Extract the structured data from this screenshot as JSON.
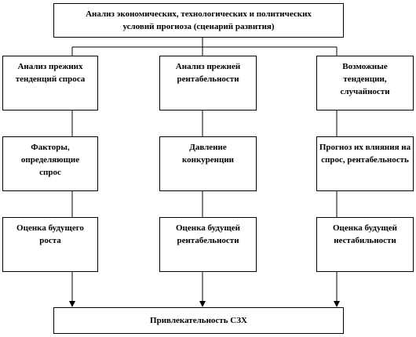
{
  "diagram": {
    "top": {
      "text": "Анализ экономических, технологических  и политических условий прогноза (сценарий развития)"
    },
    "columns": [
      {
        "boxes": [
          "Анализ прежних тенденций спроса",
          "Факторы, определяющие спрос",
          "Оценка будущего роста"
        ]
      },
      {
        "boxes": [
          "Анализ прежней рентабельности",
          "Давление конкуренции",
          "Оценка будущей рентабельности"
        ]
      },
      {
        "boxes": [
          "Возможные тенденции, случайности",
          "Прогноз их влияния на спрос, рентабельность",
          "Оценка будущей нестабильности"
        ]
      }
    ],
    "bottom": {
      "text": "Привлекательность  СЗХ"
    }
  }
}
